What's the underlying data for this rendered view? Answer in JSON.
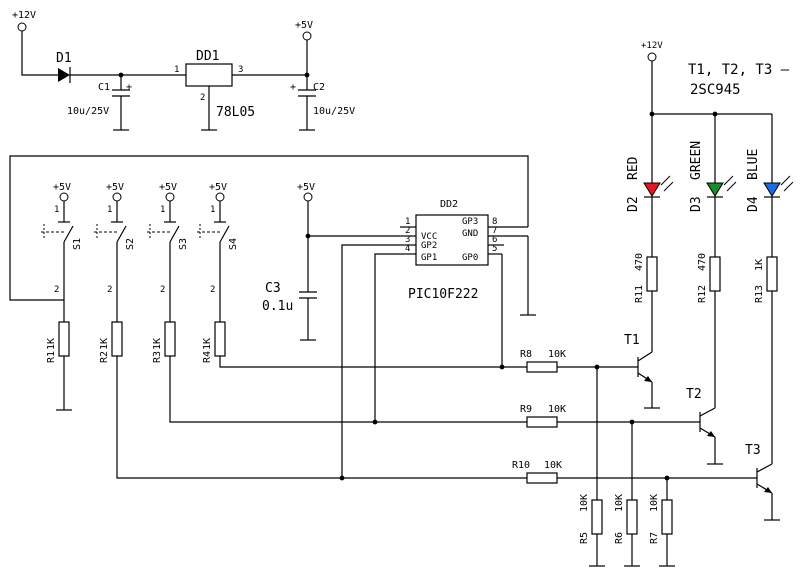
{
  "power": {
    "v12": "+12V",
    "v5": "+5V"
  },
  "supply": {
    "d1": "D1",
    "dd1": "DD1",
    "reg": "78L05",
    "pin1": "1",
    "pin2": "2",
    "pin3": "3",
    "c1": "C1",
    "c1v": "10u/25V",
    "c2": "C2",
    "c2v": "10u/25V"
  },
  "note": {
    "line1": "T1, T2, T3 –",
    "line2": "2SC945"
  },
  "switches": [
    {
      "name": "S1",
      "r": "R1",
      "rv": "1K"
    },
    {
      "name": "S2",
      "r": "R2",
      "rv": "1K"
    },
    {
      "name": "S3",
      "r": "R3",
      "rv": "1K"
    },
    {
      "name": "S4",
      "r": "R4",
      "rv": "1K"
    }
  ],
  "pin_one": "1",
  "pin_two": "2",
  "cap3": {
    "name": "C3",
    "value": "0.1u"
  },
  "mcu": {
    "ref": "DD2",
    "part": "PIC10F222",
    "left_pins": [
      {
        "num": "1",
        "label": ""
      },
      {
        "num": "2",
        "label": "VCC"
      },
      {
        "num": "3",
        "label": "GP2"
      },
      {
        "num": "4",
        "label": "GP1"
      }
    ],
    "right_pins": [
      {
        "num": "8",
        "label": "GP3"
      },
      {
        "num": "7",
        "label": "GND"
      },
      {
        "num": "6",
        "label": ""
      },
      {
        "num": "5",
        "label": "GP0"
      }
    ]
  },
  "leds": [
    {
      "ref": "D2",
      "color_name": "RED",
      "color": "#e8141e",
      "r": "R11",
      "rv": "470"
    },
    {
      "ref": "D3",
      "color_name": "GREEN",
      "color": "#1a8a2a",
      "r": "R12",
      "rv": "470"
    },
    {
      "ref": "D4",
      "color_name": "BLUE",
      "color": "#1e6ae6",
      "r": "R13",
      "rv": "1K"
    }
  ],
  "base_resistors": [
    {
      "ref": "R8",
      "value": "10K"
    },
    {
      "ref": "R9",
      "value": "10K"
    },
    {
      "ref": "R10",
      "value": "10K"
    }
  ],
  "pulldowns": [
    {
      "ref": "R5",
      "value": "10K"
    },
    {
      "ref": "R6",
      "value": "10K"
    },
    {
      "ref": "R7",
      "value": "10K"
    }
  ],
  "transistors": [
    "T1",
    "T2",
    "T3"
  ]
}
